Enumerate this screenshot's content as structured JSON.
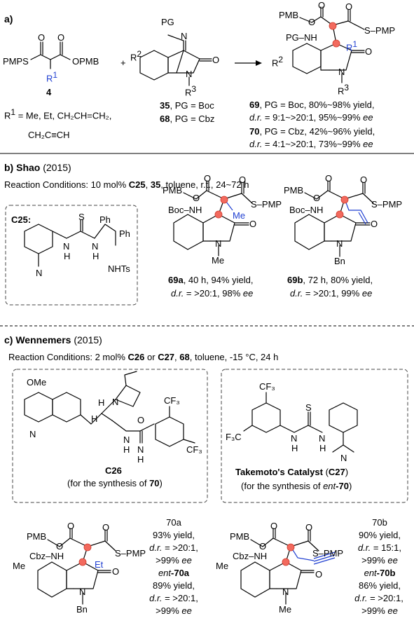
{
  "section_a": {
    "label": "a)",
    "reagent4": {
      "smiles_left": "PMPS",
      "smiles_right": "OPMB",
      "O1": "O",
      "O2": "O",
      "R1": "R",
      "R1_sup": "1",
      "number": "4"
    },
    "r1_line1": "R",
    "r1_sup": "1",
    "r1_text1": " = Me, Et, CH₂CH=CH₂,",
    "r1_text2": "CH₂C≡CH",
    "plus": "+",
    "isatin": {
      "PG": "PG",
      "N": "N",
      "O": "O",
      "R2": "R",
      "R2_sup": "2",
      "R3": "R",
      "R3_sup": "3",
      "Nring": "N"
    },
    "cmp35": "35",
    "cmp35_text": ", PG = Boc",
    "cmp68": "68",
    "cmp68_text": ", PG = Cbz",
    "product": {
      "PMB": "PMB",
      "O1": "O",
      "O2": "O",
      "O3": "O",
      "PGNH": "PG–NH",
      "SPMP": "S–PMP",
      "R1": "R",
      "R1_sup": "1",
      "R2": "R",
      "R2_sup": "2",
      "N": "N",
      "R3": "R",
      "R3_sup": "3",
      "O4": "O"
    },
    "cmp69": "69",
    "cmp69_text": ", PG = Boc, 80%~98% yield,",
    "cmp69_dr": "d.r.",
    "cmp69_text2": " = 9:1~>20:1, 95%~99% ",
    "ee": "ee",
    "cmp70": "70",
    "cmp70_text": ", PG = Cbz, 42%~96% yield,",
    "cmp70_dr": "d.r.",
    "cmp70_text2": " = 4:1~>20:1, 73%~99% "
  },
  "section_b": {
    "label": "b)",
    "author": "Shao",
    "year": " (2015)",
    "conditions_pre": "Reaction Conditions: 10 mol% ",
    "cat": "C25",
    "sep": ", ",
    "sub": "35",
    "conditions_post": ", toluene, r.t., 24~72 h",
    "c25_label": "C25:",
    "c25": {
      "S": "S",
      "Ph1": "Ph",
      "Ph2": "Ph",
      "NH1": "N",
      "H1": "H",
      "NH2": "N",
      "H2": "H",
      "NMe2": "N",
      "NHTs": "NHTs"
    },
    "p69a": {
      "PMB": "PMB",
      "O1": "O",
      "O2": "O",
      "O3": "O",
      "BocNH": "Boc–NH",
      "Me": "Me",
      "SPMP": "S–PMP",
      "N": "N",
      "NMe": "Me"
    },
    "p69a_label": "69a",
    "p69a_text": ", 40 h, 94% yield,",
    "p69a_dr": "d.r.",
    "p69a_text2": " = >20:1, 98% ",
    "p69b": {
      "PMB": "PMB",
      "O1": "O",
      "O2": "O",
      "O3": "O",
      "BocNH": "Boc–NH",
      "SPMP": "S–PMP",
      "N": "N",
      "Bn": "Bn"
    },
    "p69b_label": "69b",
    "p69b_text": ", 72 h, 80% yield,",
    "p69b_dr": "d.r.",
    "p69b_text2": " = >20:1, 99% "
  },
  "section_c": {
    "label": "c)",
    "author": "Wennemers",
    "year": " (2015)",
    "conditions_pre": "Reaction Conditions: 2 mol% ",
    "cat1": "C26",
    "or": " or ",
    "cat2": "C27",
    "sep": ", ",
    "sub": "68",
    "conditions_post": ", toluene, -15 °C, 24 h",
    "c26": {
      "OMe": "OMe",
      "N": "N",
      "H1": "H",
      "H2": "H",
      "NH": "N",
      "Nq": "N",
      "O": "O",
      "NH2": "N",
      "H3": "H",
      "H4": "H",
      "CF3a": "CF₃",
      "CF3b": "CF₃"
    },
    "c26_label": "C26",
    "c26_note_pre": "(for the synthesis of ",
    "c26_note_cmp": "70",
    "c26_note_post": ")",
    "c27": {
      "CF3a": "CF₃",
      "CF3b": "F₃C",
      "S": "S",
      "N1": "N",
      "H1": "H",
      "N2": "N",
      "H2": "H",
      "N3": "N"
    },
    "c27_label": "Takemoto's Catalyst",
    "c27_paren_pre": " (",
    "c27_code": "C27",
    "c27_paren_post": ")",
    "c27_note_pre": "(for the synthesis of ",
    "c27_note_ent": "ent",
    "c27_note_cmp": "-70",
    "c27_note_post": ")",
    "p70a": {
      "PMB": "PMB",
      "O1": "O",
      "O2": "O",
      "O3": "O",
      "CbzNH": "Cbz–NH",
      "Et": "Et",
      "SPMP": "S–PMP",
      "Me": "Me",
      "N": "N",
      "Bn": "Bn"
    },
    "p70a_label": "70a",
    "p70a_l1": "93% yield,",
    "p70a_dr": "d.r.",
    "p70a_l2": " = >20:1,",
    "p70a_l3": ">99% ",
    "ent70a_ent": "ent",
    "ent70a_label": "-70a",
    "ent70a_l1": "89% yield,",
    "ent70a_dr": "d.r.",
    "ent70a_l2": " = >20:1,",
    "ent70a_l3": ">99% ",
    "p70b": {
      "PMB": "PMB",
      "O1": "O",
      "O2": "O",
      "O3": "O",
      "CbzNH": "Cbz–NH",
      "SPMP": "S–PMP",
      "Me": "Me",
      "N": "N",
      "NMe": "Me"
    },
    "p70b_label": "70b",
    "p70b_l1": "90% yield,",
    "p70b_dr": "d.r.",
    "p70b_l2": " = 15:1,",
    "p70b_l3": ">99% ",
    "ent70b_ent": "ent",
    "ent70b_label": "-70b",
    "ent70b_l1": "86% yield,",
    "ent70b_dr": "d.r.",
    "ent70b_l2": " = >20:1,",
    "ent70b_l3": ">99% ",
    "ee": "ee"
  },
  "colors": {
    "highlight_dot": "#f26a5e",
    "blue_text": "#1f3fd1"
  }
}
